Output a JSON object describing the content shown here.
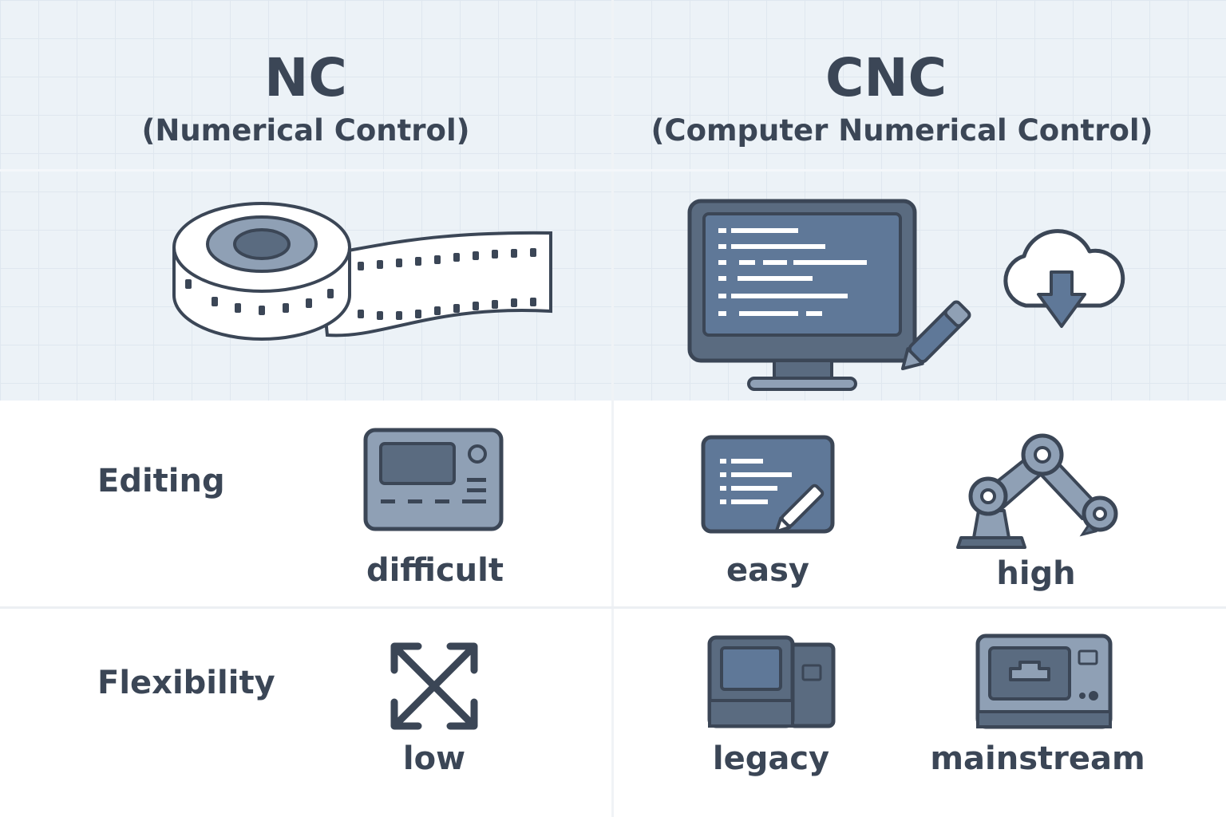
{
  "nc": {
    "title": "NC",
    "subtitle": "(Numerical Control)",
    "icon": "tape-reel-icon"
  },
  "cnc": {
    "title": "CNC",
    "subtitle": "(Computer Numerical Control)",
    "icon": "computer-monitor-icon"
  },
  "rows": [
    {
      "label": "Editing",
      "nc_value": "difficult",
      "cnc_values": [
        "easy",
        "high"
      ]
    },
    {
      "label": "Flexibility",
      "nc_value": "low",
      "cnc_values": [
        "legacy",
        "mainstream"
      ]
    }
  ],
  "colors": {
    "text": "#3b4656",
    "icon_fill": "#8fa0b5",
    "icon_dark": "#5a6b80",
    "outline": "#3b4656",
    "screen": "#5f7898",
    "background_top": "#ecf2f7"
  }
}
